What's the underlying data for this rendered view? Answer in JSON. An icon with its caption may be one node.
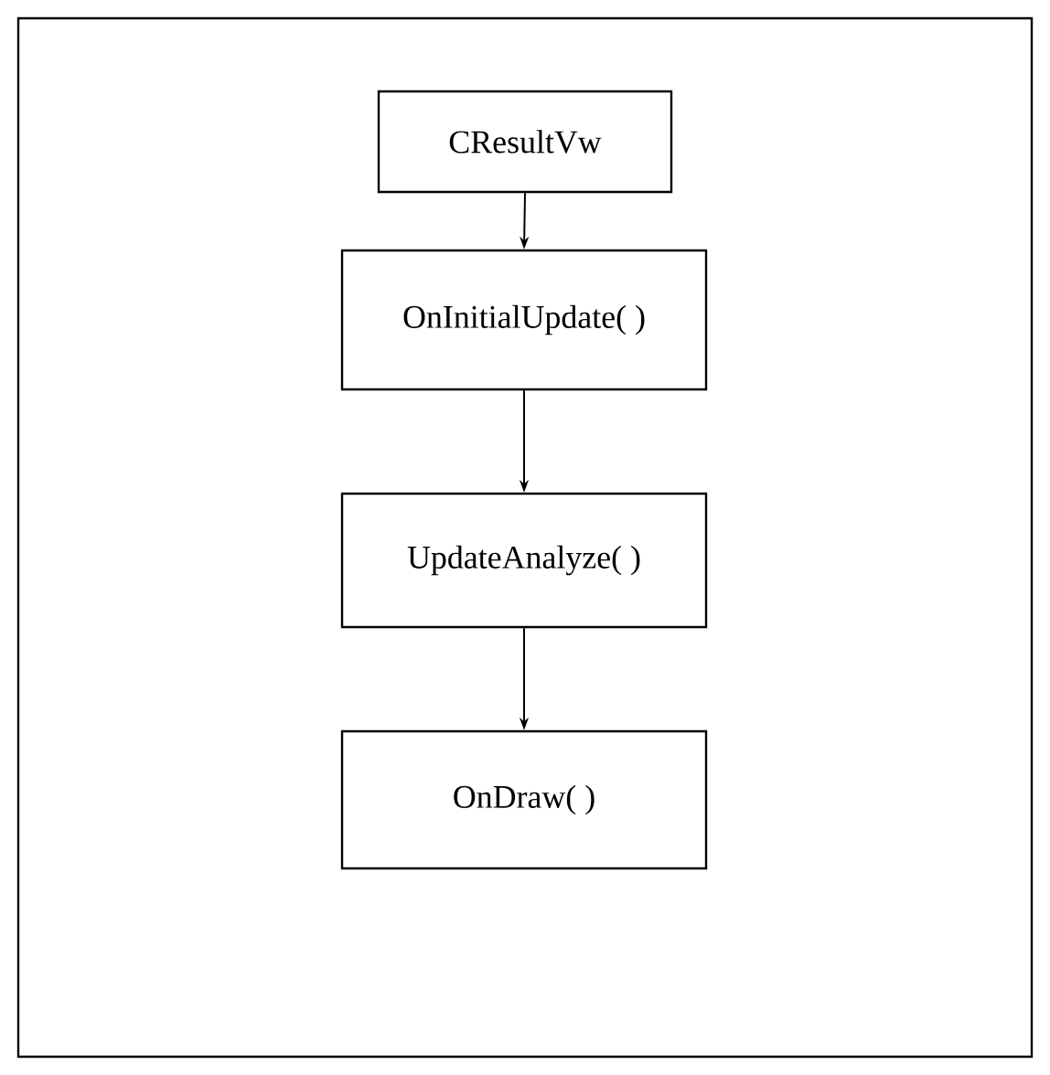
{
  "diagram": {
    "nodes": [
      {
        "text": [],
        "shape": "box"
      },
      {
        "text": [
          "CResultVw"
        ],
        "in": 0
      },
      {
        "text": [
          "OnInitialUpdate( )"
        ],
        "in": 0
      },
      {
        "text": [
          "UpdateAnalyze( )"
        ],
        "in": 0
      },
      {
        "text": [
          "OnDraw( )"
        ],
        "in": 0
      }
    ],
    "edges": [
      {
        "from": 1,
        "to": 2,
        "arrow": "to"
      },
      {
        "from": 2,
        "to": 3,
        "arrow": "to"
      },
      {
        "from": 3,
        "to": 4,
        "arrow": "to"
      }
    ]
  }
}
